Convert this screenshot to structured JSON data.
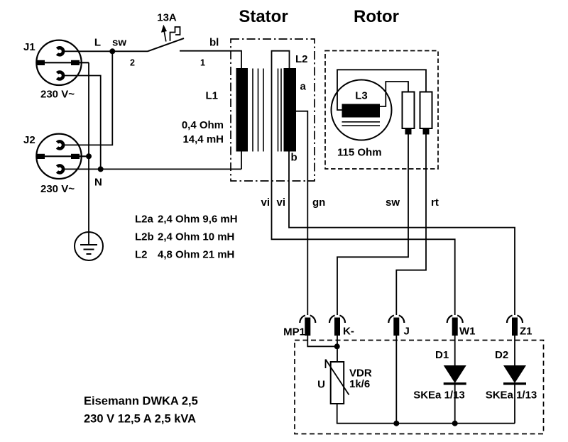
{
  "titles": {
    "stator": "Stator",
    "rotor": "Rotor"
  },
  "breaker": {
    "rating": "13A",
    "terminal2": "2",
    "terminal1": "1"
  },
  "sockets": [
    {
      "id": "J1",
      "voltage": "230 V~"
    },
    {
      "id": "J2",
      "voltage": "230 V~"
    }
  ],
  "wires": {
    "l": "L",
    "sw_top": "sw",
    "bl": "bl",
    "n": "N",
    "vi1": "vi",
    "vi2": "vi",
    "gn": "gn",
    "sw_rotor": "sw",
    "rt": "rt"
  },
  "stator": {
    "l1": {
      "name": "L1",
      "resistance": "0,4 Ohm",
      "inductance": "14,4 mH"
    },
    "l2": {
      "name": "L2",
      "tap_a": "a",
      "tap_b": "b"
    }
  },
  "l2_specs": [
    {
      "name": "L2a",
      "value": "2,4 Ohm 9,6 mH"
    },
    {
      "name": "L2b",
      "value": "2,4 Ohm 10 mH"
    },
    {
      "name": "L2",
      "value": "4,8 Ohm 21 mH"
    }
  ],
  "rotor": {
    "l3": "L3",
    "resistance": "115 Ohm"
  },
  "connectors": [
    {
      "id": "MP1"
    },
    {
      "id": "K-"
    },
    {
      "id": "J"
    },
    {
      "id": "W1"
    },
    {
      "id": "Z1"
    }
  ],
  "regulator": {
    "varistor": {
      "terminal": "U",
      "type": "VDR",
      "rating": "1k/6"
    },
    "diodes": [
      {
        "id": "D1",
        "part": "SKEa 1/13"
      },
      {
        "id": "D2",
        "part": "SKEa 1/13"
      }
    ]
  },
  "nameplate": {
    "model": "Eisemann DWKA 2,5",
    "rating": "230 V 12,5 A 2,5 kVA"
  }
}
